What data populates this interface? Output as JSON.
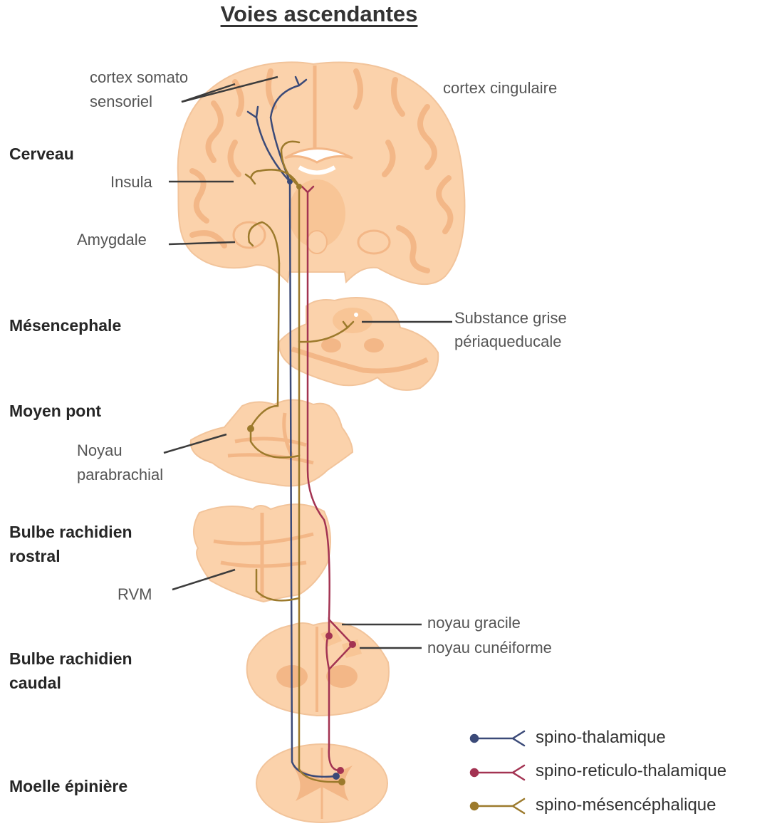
{
  "title": "Voies ascendantes",
  "regions": {
    "cerveau": "Cerveau",
    "mesencephale": "Mésencephale",
    "moyen_pont": "Moyen pont",
    "bulbe_rostral_1": "Bulbe rachidien",
    "bulbe_rostral_2": "rostral",
    "bulbe_caudal_1": "Bulbe rachidien",
    "bulbe_caudal_2": "caudal",
    "moelle": "Moelle épinière"
  },
  "labels": {
    "cortex_somato_1": "cortex somato",
    "cortex_somato_2": "sensoriel",
    "cortex_cingulaire": "cortex cingulaire",
    "insula": "Insula",
    "amygdale": "Amygdale",
    "substance_grise_1": "Substance grise",
    "substance_grise_2": "périaqueducale",
    "noyau_parabrachial_1": "Noyau",
    "noyau_parabrachial_2": "parabrachial",
    "rvm": "RVM",
    "noyau_gracile": "noyau gracile",
    "noyau_cuneiforme": "noyau cunéiforme"
  },
  "legend": [
    {
      "label": "spino-thalamique",
      "color": "#3b4a78"
    },
    {
      "label": "spino-reticulo-thalamique",
      "color": "#a33352"
    },
    {
      "label": "spino-mésencéphalique",
      "color": "#9c7a2c"
    }
  ],
  "colors": {
    "tissue": "#fbd2ab",
    "tissue_dark": "#f3b787",
    "leader_line": "#3c3c3c"
  }
}
